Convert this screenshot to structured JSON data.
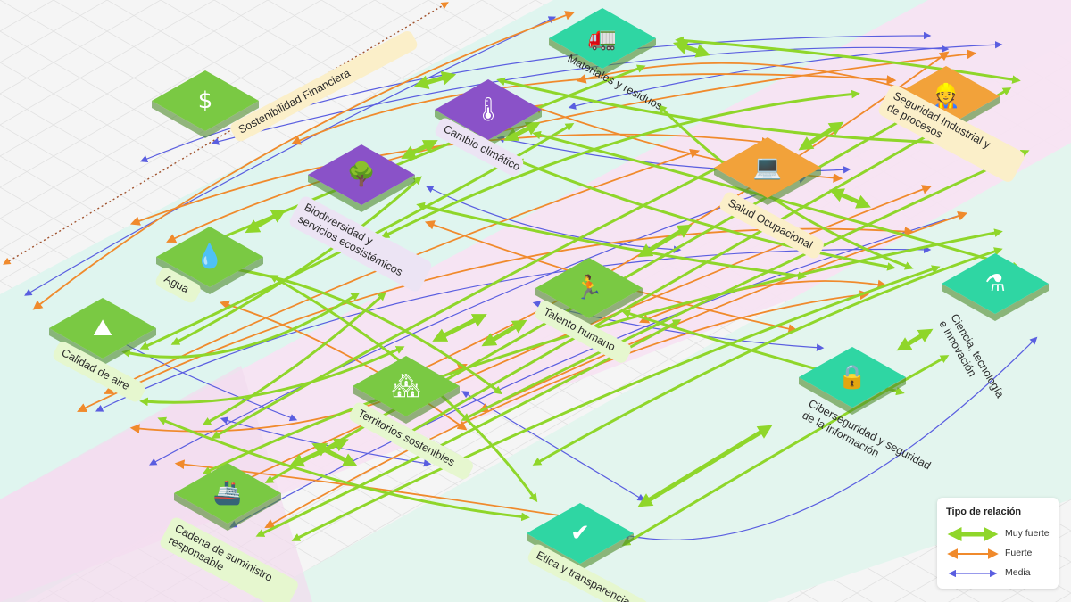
{
  "colors": {
    "muy_fuerte": "#8fd62a",
    "fuerte": "#f08a2c",
    "media": "#5a5ee0",
    "band_teal": "#dff5ef",
    "band_pink": "#f7e3f2",
    "label_bg_yellow": "#fbefc9",
    "label_bg_green": "#e6f7cf",
    "label_bg_purple": "#ece4f4",
    "label_bg_pink": "#f4dff0",
    "tile_green": "#7ac943",
    "tile_teal": "#2fd6a3",
    "tile_purple": "#8a52c8",
    "tile_orange": "#f2a23a"
  },
  "nodes": [
    {
      "id": "financiera",
      "label": "Sostenibilidad Financiera",
      "icon": "finance-icon",
      "tile": "tile_green"
    },
    {
      "id": "materiales",
      "label": "Materiales y residuos",
      "icon": "garbage-truck-icon",
      "tile": "tile_teal"
    },
    {
      "id": "clima",
      "label": "Cambio climático",
      "icon": "thermometer-globe-icon",
      "tile": "tile_purple"
    },
    {
      "id": "biodiversidad",
      "label": "Biodiversidad y servicios ecosistémicos",
      "icon": "forest-icon",
      "tile": "tile_purple"
    },
    {
      "id": "agua",
      "label": "Agua",
      "icon": "dam-icon",
      "tile": "tile_green"
    },
    {
      "id": "aire",
      "label": "Calidad de aire",
      "icon": "mountains-icon",
      "tile": "tile_green"
    },
    {
      "id": "seguridad",
      "label": "Seguridad Industrial y de procesos",
      "icon": "workers-icon",
      "tile": "tile_orange"
    },
    {
      "id": "salud",
      "label": "Salud Ocupacional",
      "icon": "office-icon",
      "tile": "tile_orange"
    },
    {
      "id": "talento",
      "label": "Talento humano",
      "icon": "success-runner-icon",
      "tile": "tile_green"
    },
    {
      "id": "territorios",
      "label": "Territorios sostenibles",
      "icon": "town-icon",
      "tile": "tile_green"
    },
    {
      "id": "ciencia",
      "label": "Ciencia, tecnología e innovación",
      "icon": "lab-icon",
      "tile": "tile_teal"
    },
    {
      "id": "ciber",
      "label": "Ciberseguridad y seguridad de la información",
      "icon": "monitor-lock-icon",
      "tile": "tile_teal"
    },
    {
      "id": "cadena",
      "label": "Cadena de suministro responsable",
      "icon": "port-icon",
      "tile": "tile_green"
    },
    {
      "id": "etica",
      "label": "Etica y transparencia",
      "icon": "shield-check-icon",
      "tile": "tile_teal"
    }
  ],
  "legend": {
    "title": "Tipo de relación",
    "items": [
      {
        "label": "Muy fuerte",
        "type": "muy_fuerte"
      },
      {
        "label": "Fuerte",
        "type": "fuerte"
      },
      {
        "label": "Media",
        "type": "media"
      }
    ]
  }
}
